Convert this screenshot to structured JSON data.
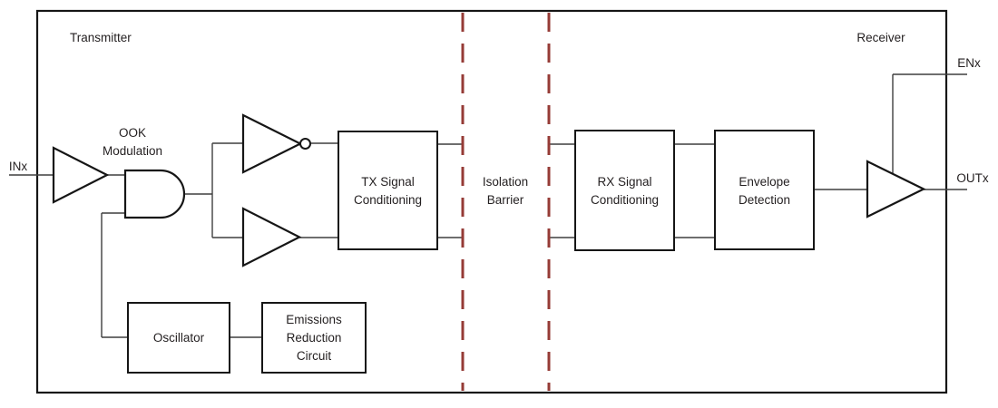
{
  "regions": {
    "transmitter": "Transmitter",
    "receiver": "Receiver"
  },
  "pins": {
    "input": "INx",
    "enable": "ENx",
    "output": "OUTx"
  },
  "annotations": {
    "ook": {
      "line1": "OOK",
      "line2": "Modulation"
    },
    "barrier": {
      "line1": "Isolation",
      "line2": "Barrier"
    }
  },
  "blocks": {
    "tx": {
      "line1": "TX Signal",
      "line2": "Conditioning"
    },
    "rx": {
      "line1": "RX Signal",
      "line2": "Conditioning"
    },
    "envelope": {
      "line1": "Envelope",
      "line2": "Detection"
    },
    "oscillator": {
      "label": "Oscillator"
    },
    "emissions": {
      "line1": "Emissions",
      "line2": "Reduction",
      "line3": "Circuit"
    }
  },
  "colors": {
    "barrier_dash": "#953b36",
    "wire": "#3f3f3f",
    "outline": "#161616",
    "text": "#231f20",
    "background": "#ffffff"
  }
}
